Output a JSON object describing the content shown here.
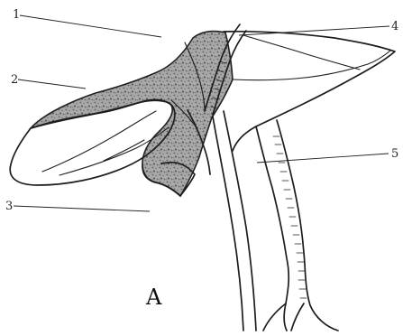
{
  "figure": {
    "panel_label": "A",
    "callouts": [
      {
        "id": "1",
        "label": "1"
      },
      {
        "id": "2",
        "label": "2"
      },
      {
        "id": "3",
        "label": "3"
      },
      {
        "id": "4",
        "label": "4"
      },
      {
        "id": "5",
        "label": "5"
      }
    ]
  }
}
